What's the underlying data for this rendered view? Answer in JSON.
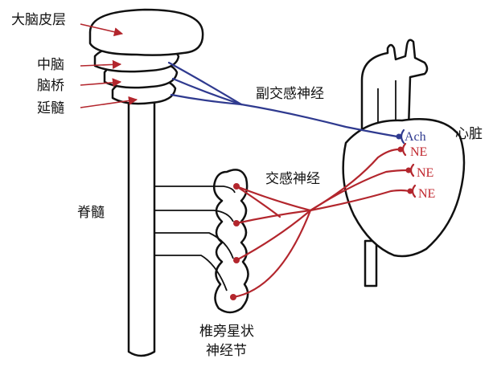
{
  "labels": {
    "cerebral_cortex": "大脑皮层",
    "midbrain": "中脑",
    "pons": "脑桥",
    "medulla": "延髓",
    "spinal_cord": "脊髓",
    "parasympathetic": "副交感神经",
    "sympathetic": "交感神经",
    "heart": "心脏",
    "ganglion_line1": "椎旁星状",
    "ganglion_line2": "神经节",
    "ach": "Ach",
    "ne1": "NE",
    "ne2": "NE",
    "ne3": "NE"
  },
  "colors": {
    "sympathetic": "#b3262d",
    "parasympathetic": "#2f3a8f",
    "outline": "#111111"
  }
}
